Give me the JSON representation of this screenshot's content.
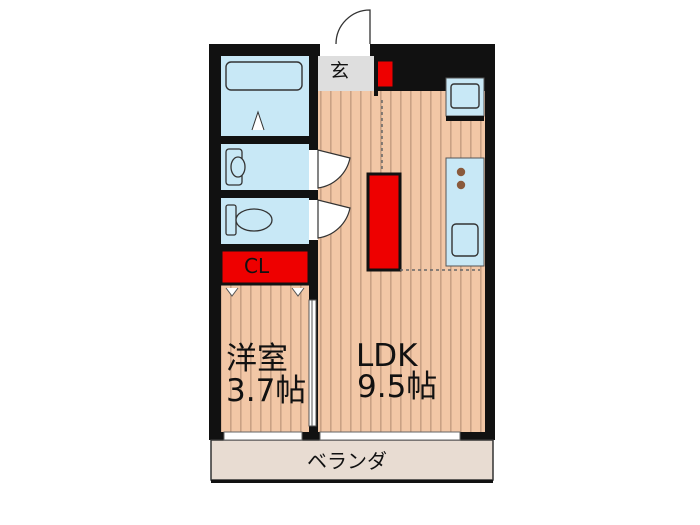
{
  "rooms": {
    "entrance": "玄",
    "closet": "CL",
    "western_room": {
      "name": "洋室",
      "size": "3.7帖"
    },
    "ldk": {
      "name": "LDK",
      "size": "9.5帖"
    },
    "balcony": "ベランダ"
  },
  "colors": {
    "wall": "#111111",
    "floor_wood": "#f2c7a6",
    "floor_stripe": "#c9a184",
    "wet_area": "#c8e8f6",
    "entrance_floor": "#dedede",
    "storage": "#ee0000",
    "balcony": "#e8dcd2"
  },
  "icons": [
    "bathtub-icon",
    "washbasin-icon",
    "toilet-icon",
    "sink-icon",
    "stove-icon",
    "fridge-icon",
    "door-swing-icon"
  ]
}
